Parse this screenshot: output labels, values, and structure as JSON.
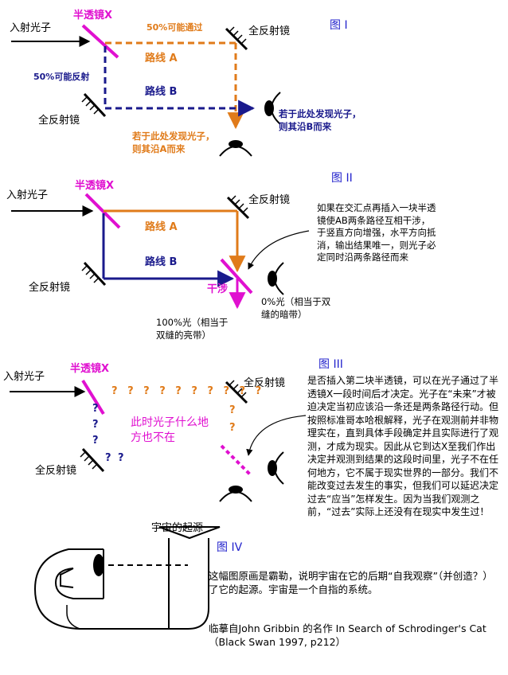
{
  "colors": {
    "orange": "#e07b1a",
    "navy": "#1a1a8c",
    "magenta": "#e010d0",
    "title_blue": "#2222cc",
    "black": "#000000"
  },
  "fig1": {
    "title": "图 I",
    "incident": "入射光子",
    "half_mirror": "半透镜X",
    "pass_50": "50%可能通过",
    "reflect_50": "50%可能反射",
    "full_mirror_right": "全反射镜",
    "full_mirror_left": "全反射镜",
    "route_a": "路线 A",
    "route_b": "路线 B",
    "note_b": "若于此处发现光子，则其沿B而来",
    "note_a": "若于此处发现光子，则其沿A而来"
  },
  "fig2": {
    "title": "图 II",
    "incident": "入射光子",
    "half_mirror": "半透镜X",
    "full_mirror_right": "全反射镜",
    "full_mirror_left": "全反射镜",
    "route_a": "路线 A",
    "route_b": "路线 B",
    "interference": "干涉",
    "note": "如果在交汇点再插入一块半透镜使AB两条路径互相干涉，于竖直方向增强，水平方向抵消，输出结果唯一，则光子必定同时沿两条路径而来",
    "zero_light": "0%光（相当于双缝的暗带）",
    "full_light": "100%光（相当于双缝的亮带）"
  },
  "fig3": {
    "title": "图 III",
    "incident": "入射光子",
    "half_mirror": "半透镜X",
    "full_mirror_right": "全反射镜",
    "full_mirror_left": "全反射镜",
    "question_row": "? ? ? ? ? ? ? ? ? ?",
    "question_mark": "?",
    "nowhere": "此时光子什么地方也不在",
    "note": "是否插入第二块半透镜，可以在光子通过了半透镜X一段时间后才决定。光子在“未来”才被迫决定当初应该沿一条还是两条路径行动。但按照标准哥本哈根解释，光子在观测前并非物理实在，直到具体手段确定并且实际进行了观测，才成为现实。因此从它到达X至我们作出决定并观测到结果的这段时间里，光子不在任何地方，它不属于现实世界的一部分。我们不能改变过去发生的事实，但我们可以延迟决定过去“应当”怎样发生。因为当我们观测之前，“过去”实际上还没有在现实中发生过！"
  },
  "fig4": {
    "title": "图 IV",
    "origin": "宇宙的起源",
    "desc": "这幅图原画是霸勒，说明宇宙在它的后期“自我观察”（并创造？）了它的起源。宇宙是一个自指的系统。",
    "credit": "临摹自John Gribbin 的名作 In Search of Schrodinger's Cat （Black Swan 1997, p212）"
  }
}
